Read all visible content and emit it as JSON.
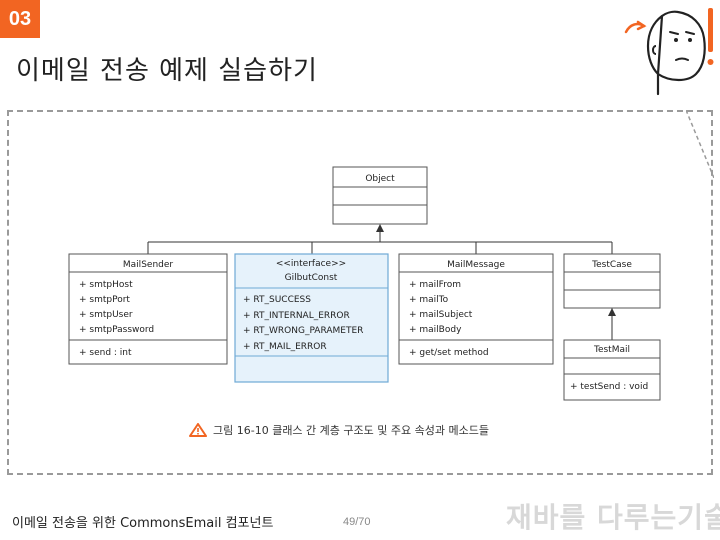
{
  "slide": {
    "section_number": "03",
    "title": "이메일 전송 예제 실습하기",
    "caption": "그림 16-10 클래스 간 계층 구조도 및 주요 속성과 메소드들",
    "footer_left": "이메일 전송을 위한 CommonsEmail 컴포넌트",
    "page": "49/70",
    "brand": "재바를 다루는기술"
  },
  "diagram": {
    "object_class": {
      "name": "Object"
    },
    "mail_sender": {
      "name": "MailSender",
      "attributes": [
        "+ smtpHost",
        "+ smtpPort",
        "+ smtpUser",
        "+ smtpPassword"
      ],
      "methods": [
        "+ send : int"
      ]
    },
    "gilbut_const": {
      "stereotype": "<<interface>>",
      "name": "GilbutConst",
      "attributes": [
        "+ RT_SUCCESS",
        "+ RT_INTERNAL_ERROR",
        "+ RT_WRONG_PARAMETER",
        "+ RT_MAIL_ERROR"
      ]
    },
    "mail_message": {
      "name": "MailMessage",
      "attributes": [
        "+ mailFrom",
        "+ mailTo",
        "+ mailSubject",
        "+ mailBody"
      ],
      "methods": [
        "+ get/set method"
      ]
    },
    "test_case": {
      "name": "TestCase"
    },
    "test_mail": {
      "name": "TestMail",
      "methods": [
        "+ testSend : void"
      ]
    }
  },
  "colors": {
    "accent": "#f26522",
    "interface_fill": "#e6f2fb",
    "interface_border": "#6fa9d6",
    "class_fill": "#ffffff",
    "class_border": "#555555"
  },
  "icons": {
    "warning": "warning-triangle-icon",
    "mascot": "thinking-face-icon"
  }
}
